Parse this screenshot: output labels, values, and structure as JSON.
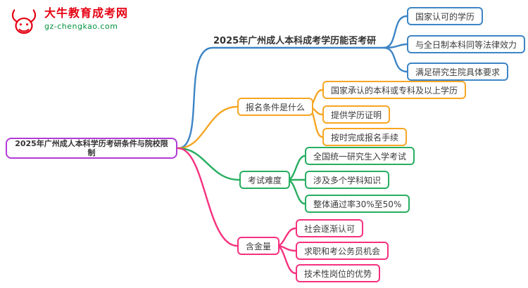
{
  "logo": {
    "title": "大牛教育成考网",
    "subtitle": "gz-chengkao.com"
  },
  "root": {
    "label": "2025年广州成人本科学历考研条件与院校限制"
  },
  "branches": [
    {
      "label": "2025年广州成人本科成考学历能否考研",
      "color": "#3d85c6",
      "children": [
        {
          "label": "国家认可的学历"
        },
        {
          "label": "与全日制本科同等法律效力"
        },
        {
          "label": "满足研究生院具体要求"
        }
      ]
    },
    {
      "label": "报名条件是什么",
      "color": "#f6a623",
      "children": [
        {
          "label": "国家承认的本科或专科及以上学历"
        },
        {
          "label": "提供学历证明"
        },
        {
          "label": "按时完成报名手续"
        }
      ]
    },
    {
      "label": "考试难度",
      "color": "#27ae60",
      "children": [
        {
          "label": "全国统一研究生入学考试"
        },
        {
          "label": "涉及多个学科知识"
        },
        {
          "label": "整体通过率30%至50%"
        }
      ]
    },
    {
      "label": "含金量",
      "color": "#f5317f",
      "children": [
        {
          "label": "社会逐渐认可"
        },
        {
          "label": "求职和考公务员机会"
        },
        {
          "label": "技术性岗位的优势"
        }
      ]
    }
  ],
  "colors": {
    "root_border": "#b23ad6",
    "branch_blue": "#3d85c6",
    "branch_orange": "#f6a623",
    "branch_green": "#27ae60",
    "branch_pink": "#f5317f",
    "logo_red": "#e60012",
    "logo_green": "#00923f",
    "text": "#3c3c3c"
  }
}
